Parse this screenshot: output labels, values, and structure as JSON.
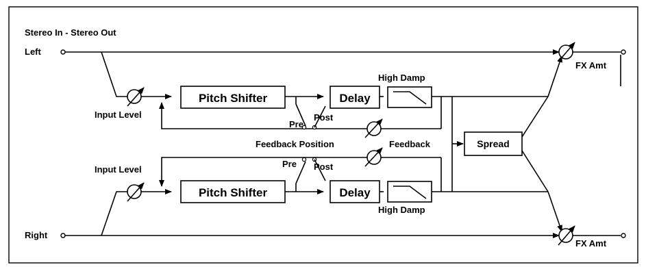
{
  "title": "Stereo In - Stereo Out",
  "labels": {
    "left": "Left",
    "right": "Right",
    "fx_amt_top": "FX Amt",
    "fx_amt_bottom": "FX Amt",
    "input_level_top": "Input Level",
    "input_level_bottom": "Input Level",
    "high_damp_top": "High Damp",
    "high_damp_bottom": "High Damp",
    "pre_top": "Pre",
    "post_top": "Post",
    "pre_bottom": "Pre",
    "post_bottom": "Post",
    "feedback_position": "Feedback Position",
    "feedback": "Feedback"
  },
  "blocks": {
    "pitch_shifter_top": "Pitch Shifter",
    "pitch_shifter_bottom": "Pitch Shifter",
    "delay_top": "Delay",
    "delay_bottom": "Delay",
    "spread": "Spread"
  }
}
